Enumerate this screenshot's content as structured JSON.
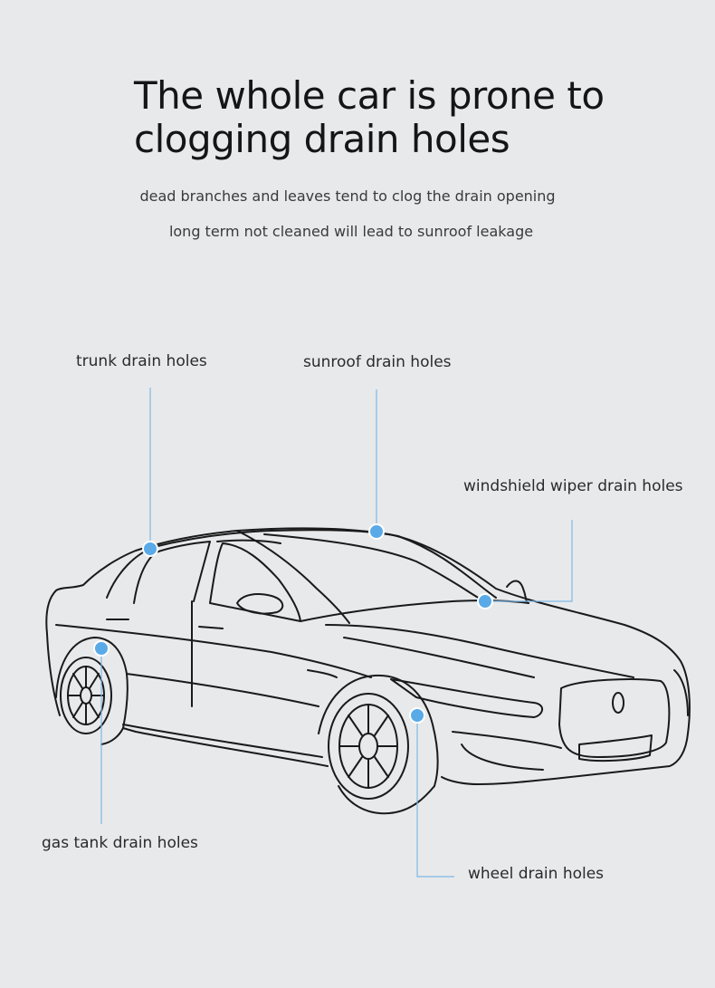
{
  "headline": {
    "line1": "The whole car is prone to",
    "line2": "clogging drain holes"
  },
  "subtitle": {
    "line1": "dead branches and leaves tend to clog the drain opening",
    "line2": "long term not cleaned will lead to sunroof leakage"
  },
  "callouts": {
    "trunk": "trunk drain holes",
    "sunroof": "sunroof drain holes",
    "wiper": "windshield wiper drain holes",
    "gas_tank": "gas tank drain holes",
    "wheel": "wheel drain holes"
  },
  "colors": {
    "background": "#e8e9eb",
    "marker": "#5aaae8",
    "leader_line": "#7fb8e6",
    "car_outline": "#1a1a1a"
  },
  "icons": {
    "car": "sedan-line-art",
    "marker": "blue-dot"
  }
}
